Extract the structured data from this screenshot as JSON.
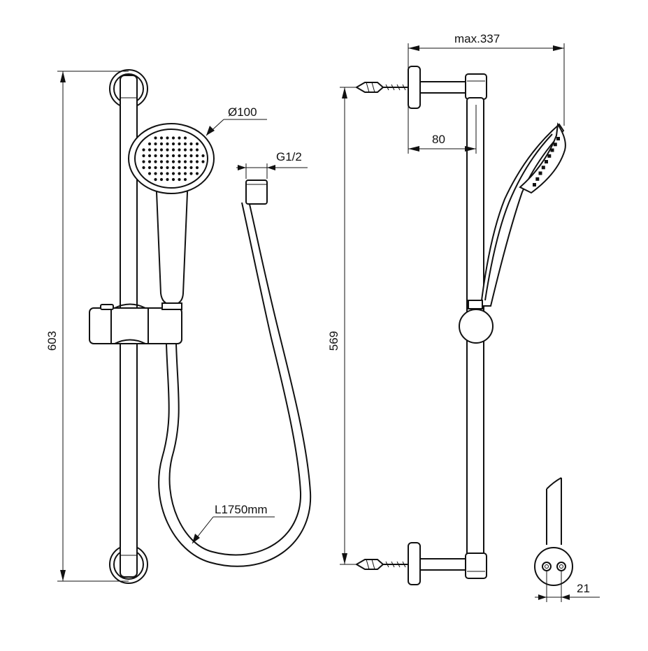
{
  "dimensions": {
    "rail_height": "603",
    "head_diameter": "Ø100",
    "hose_thread": "G1/2",
    "hose_length": "L1750mm",
    "max_projection": "max.337",
    "bracket_projection": "80",
    "fixing_distance": "569",
    "pipe_dimension": "21"
  },
  "colors": {
    "line": "#111111",
    "background": "#ffffff"
  }
}
